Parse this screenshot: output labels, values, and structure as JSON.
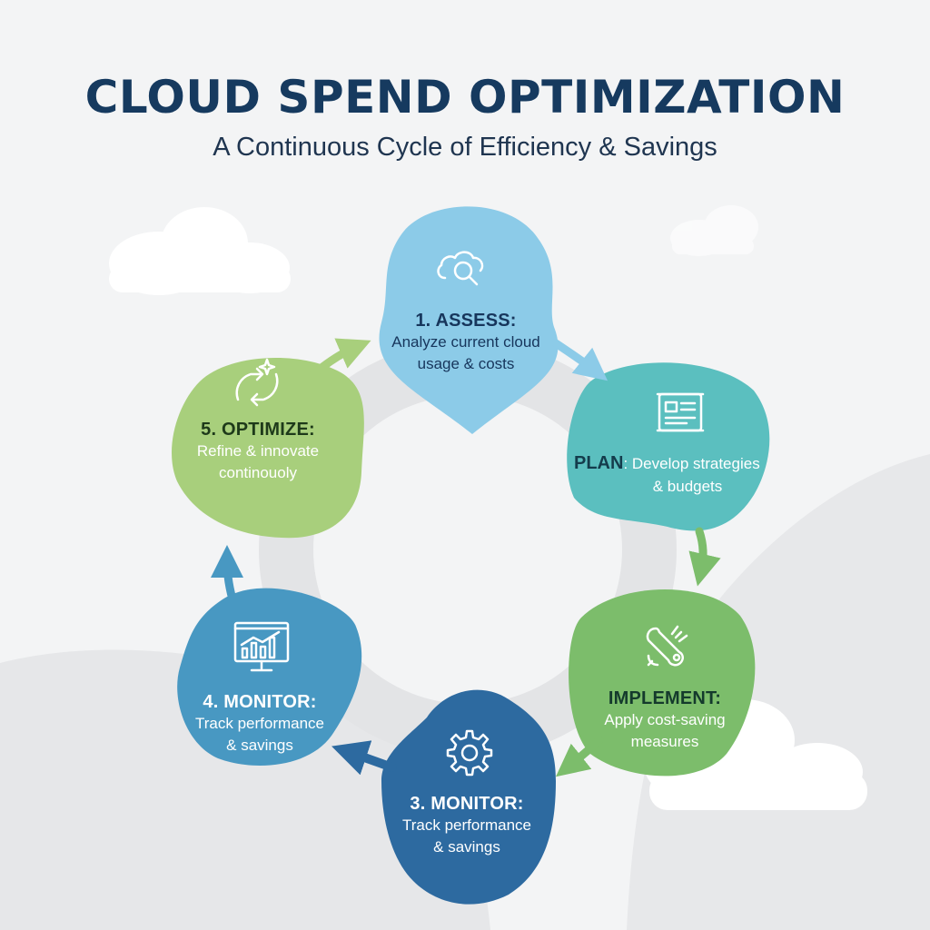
{
  "header": {
    "title": "CLOUD SPEND OPTIMIZATION",
    "subtitle": "A Continuous Cycle of Efficiency & Savings"
  },
  "steps": [
    {
      "label": "1. ASSESS:",
      "desc_line1": "Analyze current cloud",
      "desc_line2": "usage & costs",
      "color": "#8ccbe8",
      "icon": "cloud-search-icon"
    },
    {
      "label": "PLAN",
      "desc_line1": ": Develop strategies",
      "desc_line2": "& budgets",
      "color": "#5bbfbf",
      "icon": "document-icon"
    },
    {
      "label": "IMPLEMENT:",
      "desc_line1": "Apply cost-saving",
      "desc_line2": "measures",
      "color": "#7cbd6b",
      "icon": "wrench-icon"
    },
    {
      "label": "3. MONITOR:",
      "desc_line1": "Track performance",
      "desc_line2": "& savings",
      "color": "#2d6aa0",
      "icon": "gear-icon"
    },
    {
      "label": "4. MONITOR:",
      "desc_line1": "Track performance",
      "desc_line2": "& savings",
      "color": "#4898c2",
      "icon": "chart-monitor-icon"
    },
    {
      "label": "5. OPTIMIZE:",
      "desc_line1": "Refine & innovate",
      "desc_line2": "continouoly",
      "color": "#a8cf7c",
      "icon": "refresh-sparkle-icon"
    }
  ],
  "arrow_colors": {
    "assess_to_plan": "#8ccbe8",
    "plan_to_implement": "#7cbd6b",
    "implement_to_monitor": "#7cbd6b",
    "monitor3_to_monitor4": "#2d6aa0",
    "monitor4_to_optimize": "#4898c2",
    "optimize_to_assess": "#a8cf7c"
  }
}
